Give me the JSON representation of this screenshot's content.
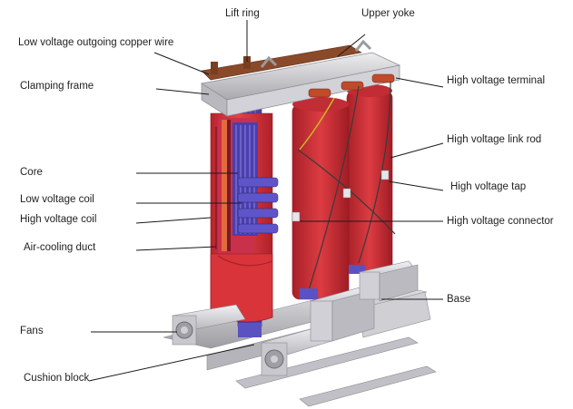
{
  "labels": {
    "lift_ring": "Lift ring",
    "upper_yoke": "Upper yoke",
    "low_voltage_outgoing": "Low voltage outgoing copper wire",
    "clamping_frame": "Clamping frame",
    "core": "Core",
    "low_voltage_coil": "Low voltage coil",
    "high_voltage_coil": "High voltage coil",
    "air_cooling_duct": "Air-cooling duct",
    "fans": "Fans",
    "cushion_block": "Cushion block",
    "high_voltage_terminal": "High voltage terminal",
    "high_voltage_link_rod": "High voltage link rod",
    "high_voltage_tap": "High voltage tap",
    "high_voltage_connector": "High voltage connector",
    "base": "Base"
  },
  "colors": {
    "coil_red": "#d8343a",
    "coil_dark": "#a8202a",
    "core_blue": "#4a3fb0",
    "frame_gray": "#c9c9cc",
    "copper": "#8a4a2a",
    "fan_box": "#d9d9de",
    "ground_wire": "#c8c020"
  }
}
